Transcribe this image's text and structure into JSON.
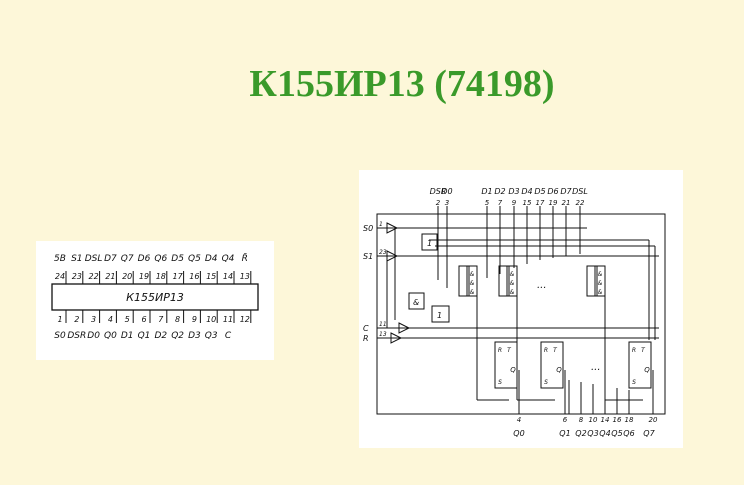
{
  "title": "К155ИР13 (74198)",
  "colors": {
    "background": "#fdf7d9",
    "title": "#3a9a2a",
    "ink": "#111111",
    "panel": "#ffffff"
  },
  "pinout": {
    "chip_name": "К155ИР13",
    "top_labels": [
      "5В",
      "S1",
      "DSL",
      "D7",
      "Q7",
      "D6",
      "Q6",
      "D5",
      "Q5",
      "D4",
      "Q4",
      "R̄"
    ],
    "top_pins": [
      "24",
      "23",
      "22",
      "21",
      "20",
      "19",
      "18",
      "17",
      "16",
      "15",
      "14",
      "13"
    ],
    "bottom_pins": [
      "1",
      "2",
      "3",
      "4",
      "5",
      "6",
      "7",
      "8",
      "9",
      "10",
      "11",
      "12"
    ],
    "bottom_labels": [
      "S0",
      "DSR",
      "D0",
      "Q0",
      "D1",
      "Q1",
      "D2",
      "Q2",
      "D3",
      "Q3",
      "C",
      ""
    ]
  },
  "schematic": {
    "top_labels": [
      "DSR",
      "D0",
      "D1",
      "D2",
      "D3",
      "D4",
      "D5",
      "D6",
      "D7",
      "DSL"
    ],
    "top_pins": [
      "2",
      "3",
      "5",
      "7",
      "9",
      "15",
      "17",
      "19",
      "21",
      "22"
    ],
    "left_labels": [
      "S0",
      "S1",
      "C",
      "R"
    ],
    "left_pins": [
      "1",
      "23",
      "11",
      "13"
    ],
    "bottom_labels": [
      "Q0",
      "Q1",
      "Q2",
      "Q3",
      "Q4",
      "Q5",
      "Q6",
      "Q7"
    ],
    "bottom_pins": [
      "4",
      "6",
      "8",
      "10",
      "14",
      "16",
      "18",
      "20"
    ],
    "gate_and": "&",
    "gate_one": "1",
    "ff_labels": {
      "t": "T",
      "r": "R",
      "s": "S",
      "q": "Q"
    },
    "ellipsis": "..."
  }
}
